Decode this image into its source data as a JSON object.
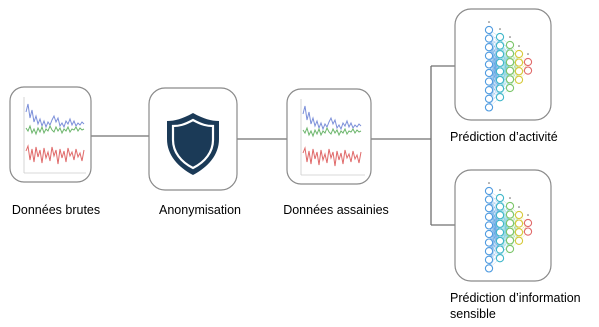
{
  "nodes": {
    "raw_data": {
      "label": "Données brutes"
    },
    "anonymization": {
      "label": "Anonymisation"
    },
    "sanitized_data": {
      "label": "Données assainies"
    },
    "activity_prediction": {
      "label": "Prédiction d’activité"
    },
    "sensitive_prediction": {
      "label": "Prédiction d’information sensible"
    }
  },
  "icons": {
    "raw_data": "signal-plot-icon",
    "anonymization": "shield-icon",
    "sanitized_data": "signal-plot-icon",
    "activity_prediction": "neural-network-icon",
    "sensitive_prediction": "neural-network-icon"
  },
  "colors": {
    "shield": "#1b3a57",
    "box_border": "#8a8a8a",
    "connector": "#707070",
    "signal_blue": "#7b8fd9",
    "signal_green": "#6bb56b",
    "signal_red": "#e06a6a"
  }
}
